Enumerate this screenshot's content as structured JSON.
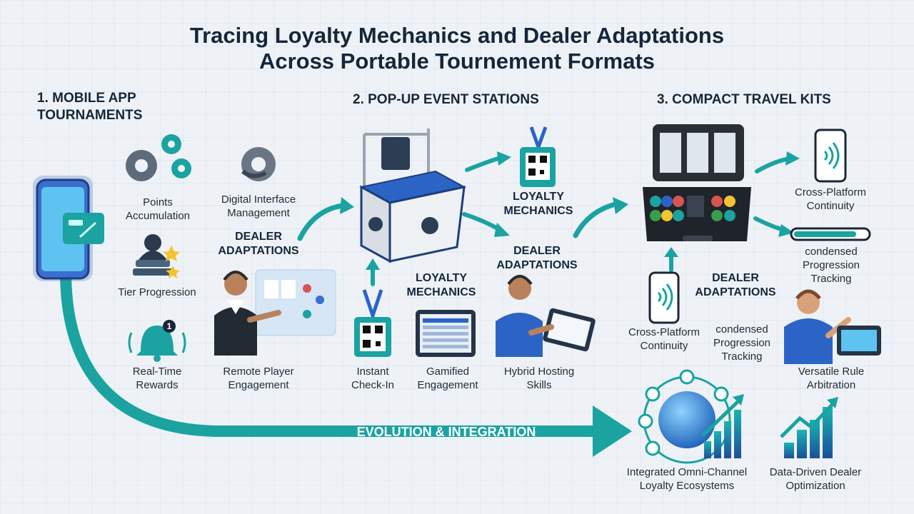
{
  "title": {
    "line1": "Tracing Loyalty Mechanics and Dealer Adaptations",
    "line2": "Across Portable Tournement Formats"
  },
  "sections": {
    "mobile": {
      "line1": "1. MOBILE APP",
      "line2": "TOURNAMENTS"
    },
    "popup": "2. POP-UP EVENT STATIONS",
    "travel": "3. COMPACT TRAVEL KITS"
  },
  "mobile": {
    "points": {
      "line1": "Points",
      "line2": "Accumulation"
    },
    "digital": {
      "line1": "Digital Interface",
      "line2": "Management"
    },
    "dealer_heading": {
      "line1": "DEALER",
      "line2": "ADAPTATIONS"
    },
    "tier": "Tier Progression",
    "rewards": {
      "line1": "Real-Time",
      "line2": "Rewards",
      "badge": "1"
    },
    "remote": {
      "line1": "Remote Player",
      "line2": "Engagement"
    }
  },
  "popup": {
    "loyalty_heading_top": {
      "line1": "LOYALTY",
      "line2": "MECHANICS"
    },
    "dealer_heading": {
      "line1": "DEALER",
      "line2": "ADAPTATIONS"
    },
    "loyalty_heading_mid": {
      "line1": "LOYALTY",
      "line2": "MECHANICS"
    },
    "checkin": {
      "line1": "Instant",
      "line2": "Check-In"
    },
    "gamified": {
      "line1": "Gamified",
      "line2": "Engagement"
    },
    "hybrid": {
      "line1": "Hybrid Hosting",
      "line2": "Skills"
    }
  },
  "travel": {
    "cross_top": {
      "line1": "Cross-Platform",
      "line2": "Continuity"
    },
    "progress_top": {
      "line1": "condensed",
      "line2": "Progression",
      "line3": "Tracking",
      "fill": 0.85
    },
    "dealer_heading": {
      "line1": "DEALER",
      "line2": "ADAPTATIONS"
    },
    "cross_bottom": {
      "line1": "Cross-Platform",
      "line2": "Continuity"
    },
    "progress_bottom": {
      "line1": "condensed",
      "line2": "Progression",
      "line3": "Tracking"
    },
    "versatile": {
      "line1": "Versatile Rule",
      "line2": "Arbitration"
    }
  },
  "evolution": {
    "label": "EVOLUTION & INTEGRATION",
    "omni": {
      "line1": "Integrated Omni-Channel",
      "line2": "Loyalty Ecosystems"
    },
    "data": {
      "line1": "Data-Driven Dealer",
      "line2": "Optimization"
    }
  },
  "colors": {
    "teal": "#1aa3a0",
    "navy": "#16263a",
    "blue": "#2c64c6"
  }
}
